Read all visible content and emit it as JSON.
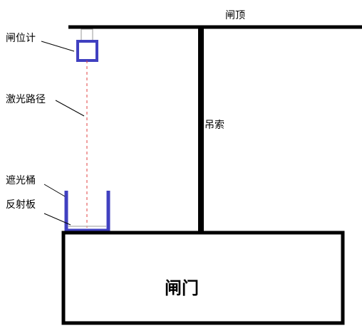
{
  "labels": {
    "gate_top": "闸顶",
    "gauge": "闸位计",
    "laser_path": "激光路径",
    "shade_tube": "遮光桶",
    "reflector": "反射板",
    "cable": "吊索",
    "gate": "闸门"
  },
  "colors": {
    "structure": "#000000",
    "device": "#4040c0",
    "laser": "#e04040",
    "mount": "#999999",
    "reflector_plate": "#bbbbbb"
  }
}
